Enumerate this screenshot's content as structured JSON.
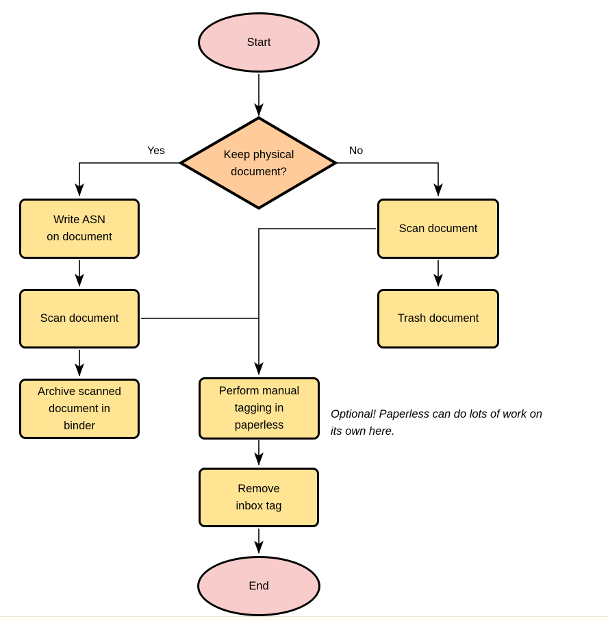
{
  "colors": {
    "stroke": "#000000",
    "terminal_fill": "#F8CCCB",
    "decision_fill": "#FFCB9A",
    "process_fill": "#FFE494"
  },
  "labels": {
    "start": "Start",
    "decision": "Keep physical\ndocument?",
    "yes": "Yes",
    "no": "No",
    "write_asn": "Write ASN\non document",
    "scan_left": "Scan document",
    "archive": "Archive scanned\ndocument in\nbinder",
    "scan_right": "Scan document",
    "trash": "Trash document",
    "tagging": "Perform manual\ntagging in\npaperless",
    "remove_inbox": "Remove\ninbox tag",
    "end": "End",
    "annotation": "Optional! Paperless can do lots of work on\nits own here."
  }
}
